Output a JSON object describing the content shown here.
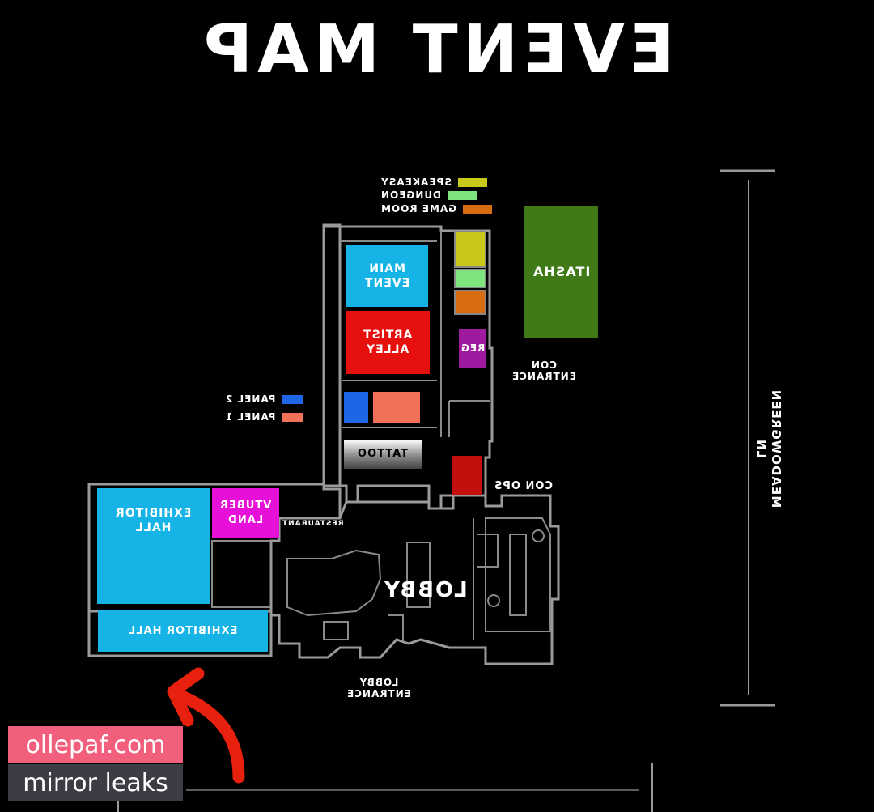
{
  "title": "EVENT MAP",
  "legend_top": [
    {
      "label": "SPEAKEASY",
      "color": "#c8c81a"
    },
    {
      "label": "DUNGEON",
      "color": "#7ee57e"
    },
    {
      "label": "GAME ROOM",
      "color": "#d86c10"
    }
  ],
  "legend_panels": [
    {
      "label": "PANEL 2",
      "color": "#1e66e6"
    },
    {
      "label": "PANEL 1",
      "color": "#f0705a"
    }
  ],
  "rooms": {
    "main_event": "MAIN\nEVENT",
    "artist_alley": "ARTIST\nALLEY",
    "reg": "REG",
    "itasha": "ITASHA",
    "tattoo": "TATTOO",
    "exhibitor_hall_1": "EXHIBITOR\nHALL",
    "exhibitor_hall_2": "EXHIBITOR HALL",
    "vtuber_land": "VTUBER\nLAND",
    "restaurant": "RESTAURANT",
    "lobby": "LOBBY"
  },
  "labels": {
    "con_entrance": "CON\nENTRANCE",
    "con_ops": "CON OPS",
    "lobby_entrance": "LOBBY\nENTRANCE",
    "street": "MEADOWGREEN LN"
  },
  "colors": {
    "main_event": "#16b4e6",
    "artist_alley": "#e6100f",
    "reg": "#a01aa0",
    "itasha": "#3f7a16",
    "exhibitor": "#16b4e6",
    "vtuber": "#e610d8",
    "con_ops": "#c40f0f",
    "panel2": "#1e66e6",
    "panel1": "#f0705a"
  },
  "watermark": {
    "line1": "ollepaf.com",
    "line2": "mirror leaks"
  }
}
